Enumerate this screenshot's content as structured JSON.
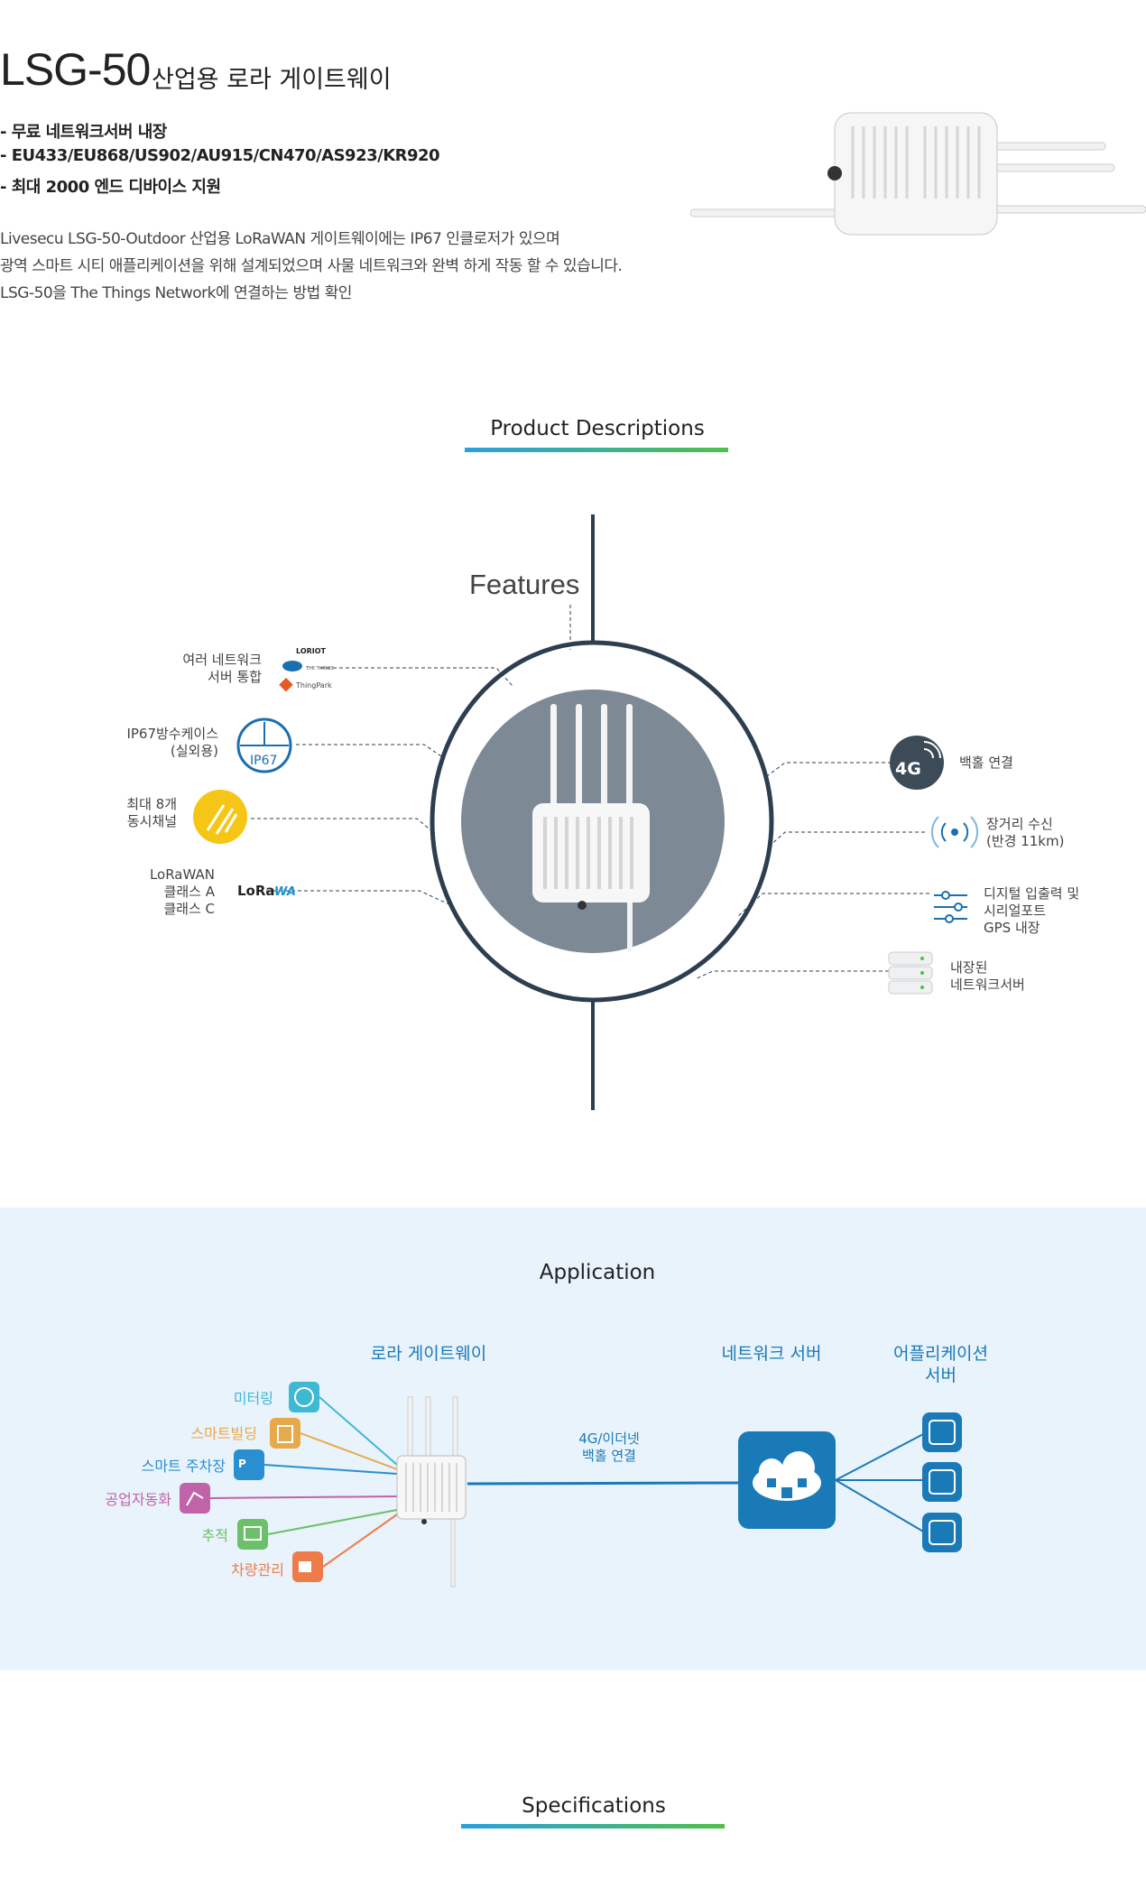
{
  "header": {
    "model": "LSG-50",
    "subtitle": "산업용 로라 게이트웨이"
  },
  "bullets": [
    "- 무료 네트워크서버 내장",
    "- EU433/EU868/US902/AU915/CN470/AS923/KR920",
    "- 최대 2000 엔드 디바이스 지원"
  ],
  "description": [
    "Livesecu  LSG-50-Outdoor 산업용 LoRaWAN 게이트웨이에는 IP67 인클로저가 있으며",
    "광역 스마트 시티 애플리케이션을 위해 설계되었으며 사물 네트워크와 완벽 하게 작동 할 수 있습니다.",
    "LSG-50을 The Things Network에 연결하는 방법 확인"
  ],
  "product_descriptions": {
    "title": "Product Descriptions",
    "features_label": "Features",
    "left": [
      {
        "label": "여러 네트워크\n서버 통합",
        "icon": "network-logos-icon"
      },
      {
        "label": "IP67방수케이스\n(실외용)",
        "icon": "ip67-icon",
        "icon_text": "IP67"
      },
      {
        "label": "최대 8개\n동시채널",
        "icon": "arrows-channel-icon"
      },
      {
        "label": "LoRaWAN\n클래스 A\n클래스 C",
        "icon": "lorawan-logo-icon",
        "icon_text": "LoRaWA"
      }
    ],
    "right": [
      {
        "label": "백홀 연결",
        "icon": "4g-signal-icon",
        "icon_text": "4G"
      },
      {
        "label": "장거리 수신\n(반경 11km)",
        "icon": "wireless-signal-icon"
      },
      {
        "label": "디지털 입출력 및\n시리얼포트\nGPS 내장",
        "icon": "sliders-icon"
      },
      {
        "label": "내장된\n네트워크서버",
        "icon": "server-stack-icon"
      }
    ],
    "logos": {
      "loriot": "LORIOT",
      "thingpark": "ThingPark"
    },
    "colors": {
      "circle": "#7d8a96",
      "ring": "#2c3e50",
      "yellow": "#f6c616",
      "blue": "#1a7ab8"
    }
  },
  "application": {
    "title": "Application",
    "gateway_label": "로라 게이트웨이",
    "network_label": "네트워크 서버",
    "app_server_label": "어플리케이션\n서버",
    "backhaul_label": "4G/이더넷\n백홀 연결",
    "sources": [
      {
        "label": "미터링",
        "color": "#3fb8d4",
        "icon": "meter-clock-icon"
      },
      {
        "label": "스마트빌딩",
        "color": "#e8a94a",
        "icon": "building-icon"
      },
      {
        "label": "스마트 주차장",
        "color": "#2a8fd0",
        "icon": "parking-car-icon"
      },
      {
        "label": "공업자동화",
        "color": "#c063a8",
        "icon": "robot-arm-icon"
      },
      {
        "label": "추적",
        "color": "#6cc06a",
        "icon": "map-tracking-icon"
      },
      {
        "label": "차량관리",
        "color": "#ee7c4a",
        "icon": "truck-icon"
      }
    ]
  },
  "specifications": {
    "title": "Specifications"
  }
}
